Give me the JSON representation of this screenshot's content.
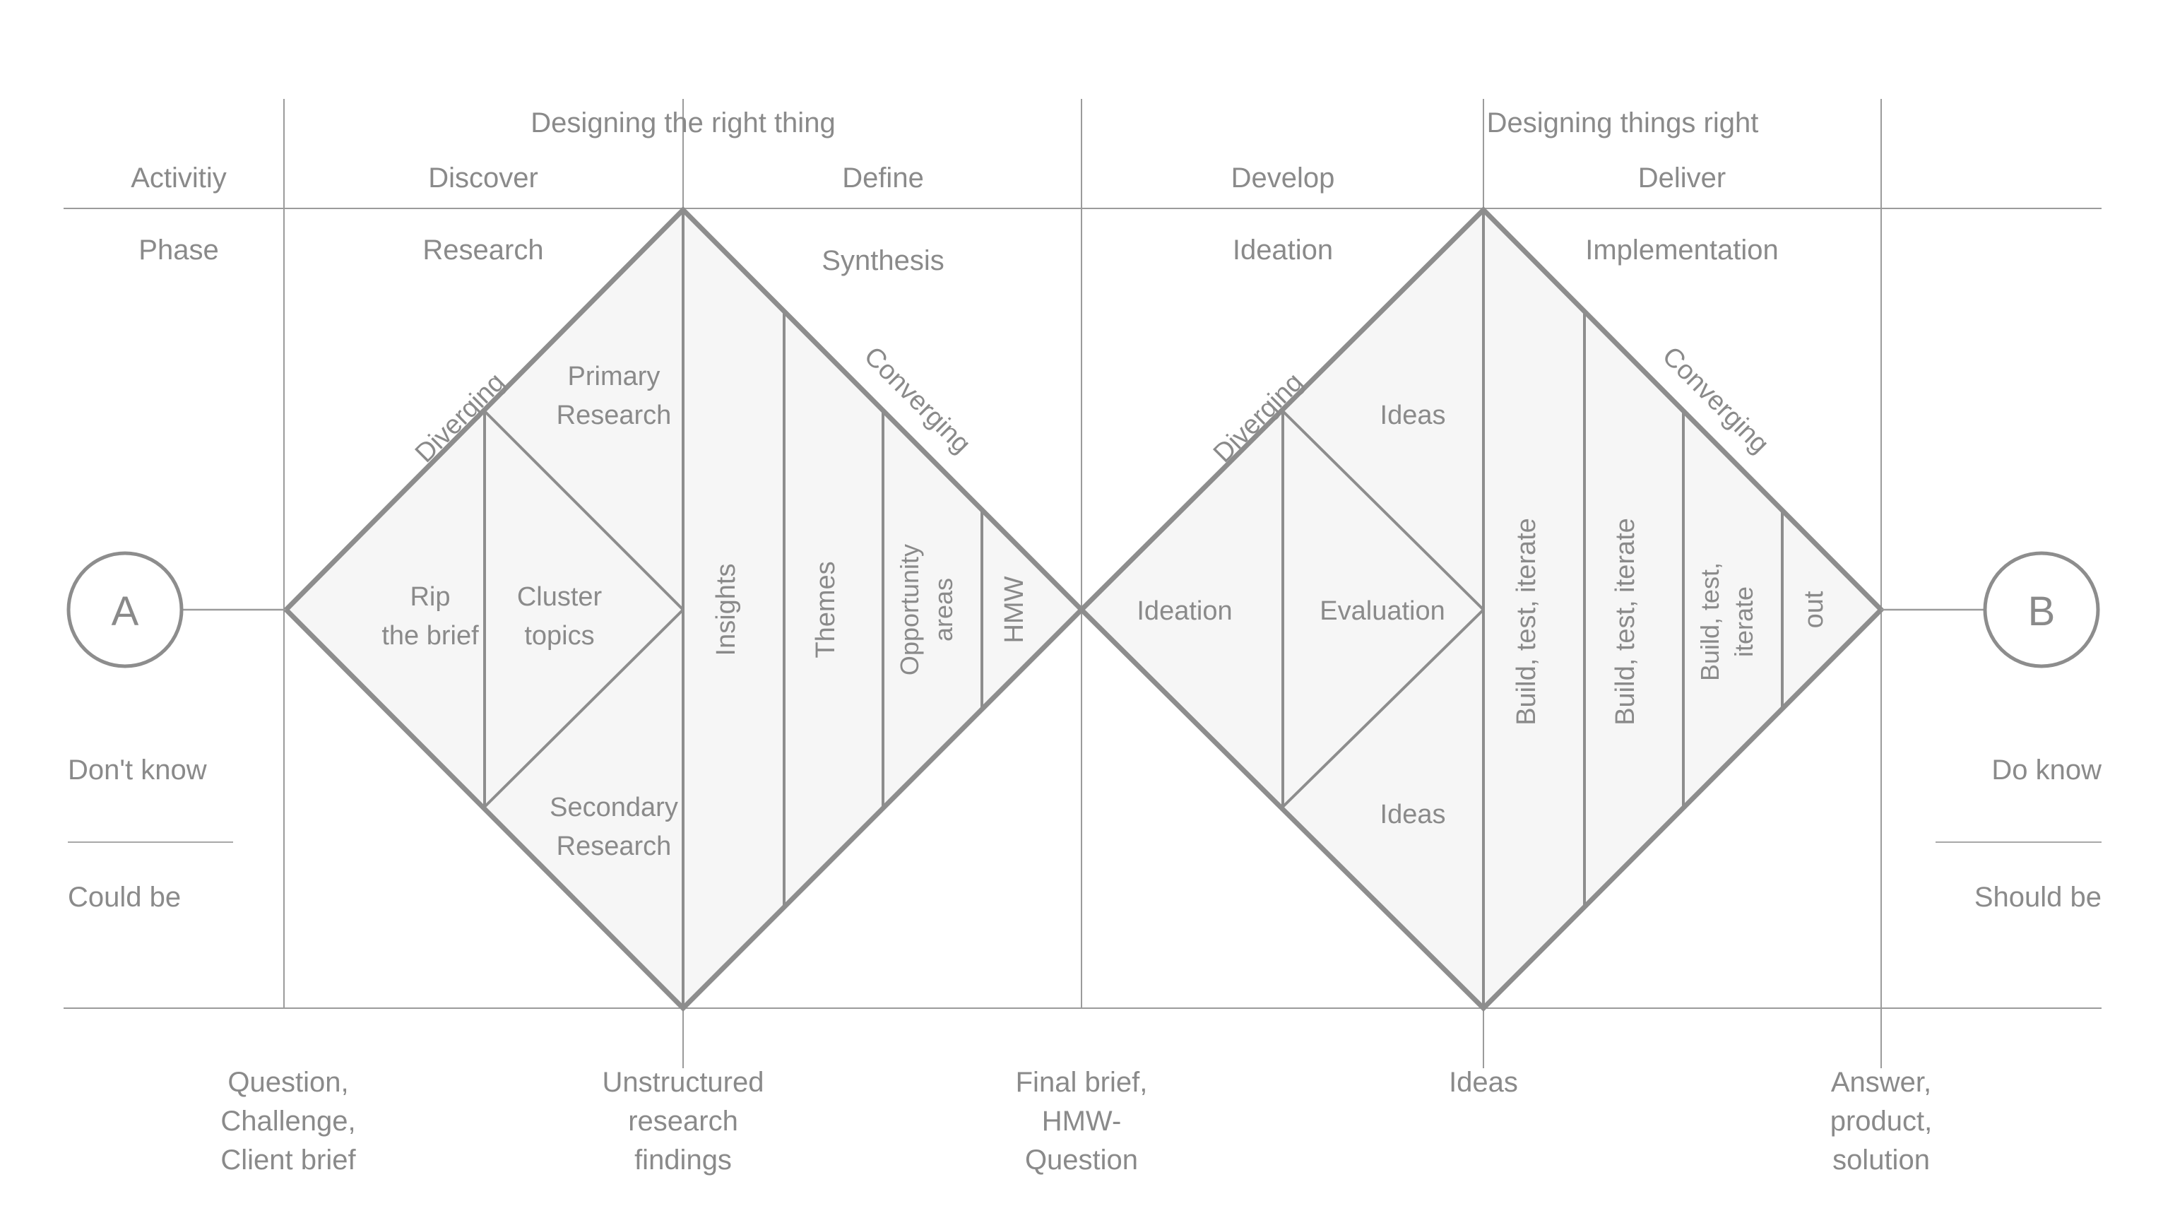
{
  "diagram": {
    "title_hidden": "",
    "row_labels": {
      "activity": "Activitiy",
      "phase": "Phase"
    },
    "sections": [
      {
        "label": "Designing the right thing"
      },
      {
        "label": "Designing things right"
      }
    ],
    "stages": [
      {
        "label": "Discover"
      },
      {
        "label": "Define"
      },
      {
        "label": "Develop"
      },
      {
        "label": "Deliver"
      }
    ],
    "phases": [
      {
        "label": "Research"
      },
      {
        "label": "Synthesis"
      },
      {
        "label": "Ideation"
      },
      {
        "label": "Implementation"
      }
    ],
    "diagonal_labels": {
      "d1_diverging": "Diverging",
      "d1_converging": "Converging",
      "d2_diverging": "Diverging",
      "d2_converging": "Converging"
    },
    "diamond1": {
      "top_wedge": "Primary\nResearch",
      "top_wedge_line1": "Primary",
      "top_wedge_line2": "Research",
      "bottom_wedge_line1": "Secondary",
      "bottom_wedge_line2": "Research",
      "inner_left_line1": "Rip",
      "inner_left_line2": "the brief",
      "inner_right_line1": "Cluster",
      "inner_right_line2": "topics",
      "columns": [
        {
          "label": "Insights"
        },
        {
          "label": "Themes"
        },
        {
          "label": "Opportunity areas",
          "line1": "Opportunity",
          "line2": "areas"
        },
        {
          "label": "HMW"
        }
      ]
    },
    "diamond2": {
      "top_wedge": "Ideas",
      "bottom_wedge": "Ideas",
      "inner_left": "Ideation",
      "inner_right": "Evaluation",
      "columns": [
        {
          "label": "Build, test, iterate"
        },
        {
          "label": "Build, test, iterate"
        },
        {
          "label": "Build, test, iterate",
          "line1": "Build, test,",
          "line2": "iterate"
        },
        {
          "label": "out"
        }
      ]
    },
    "endpoints": {
      "left": {
        "badge": "A",
        "know": "Don't know",
        "be": "Could be"
      },
      "right": {
        "badge": "B",
        "know": "Do know",
        "be": "Should be"
      }
    },
    "captions": [
      {
        "lines": [
          "Question,",
          "Challenge,",
          "Client brief"
        ]
      },
      {
        "lines": [
          "Unstructured",
          "research",
          "findings"
        ]
      },
      {
        "lines": [
          "Final brief,",
          "HMW-",
          "Question"
        ]
      },
      {
        "lines": [
          "Ideas"
        ]
      },
      {
        "lines": [
          "Answer,",
          "product,",
          "solution"
        ]
      }
    ],
    "colors": {
      "stroke": "#8d8d8d",
      "fill": "#f6f6f6",
      "grid": "#9b9b9b",
      "text": "#8a8a8a",
      "background": "#ffffff"
    }
  }
}
